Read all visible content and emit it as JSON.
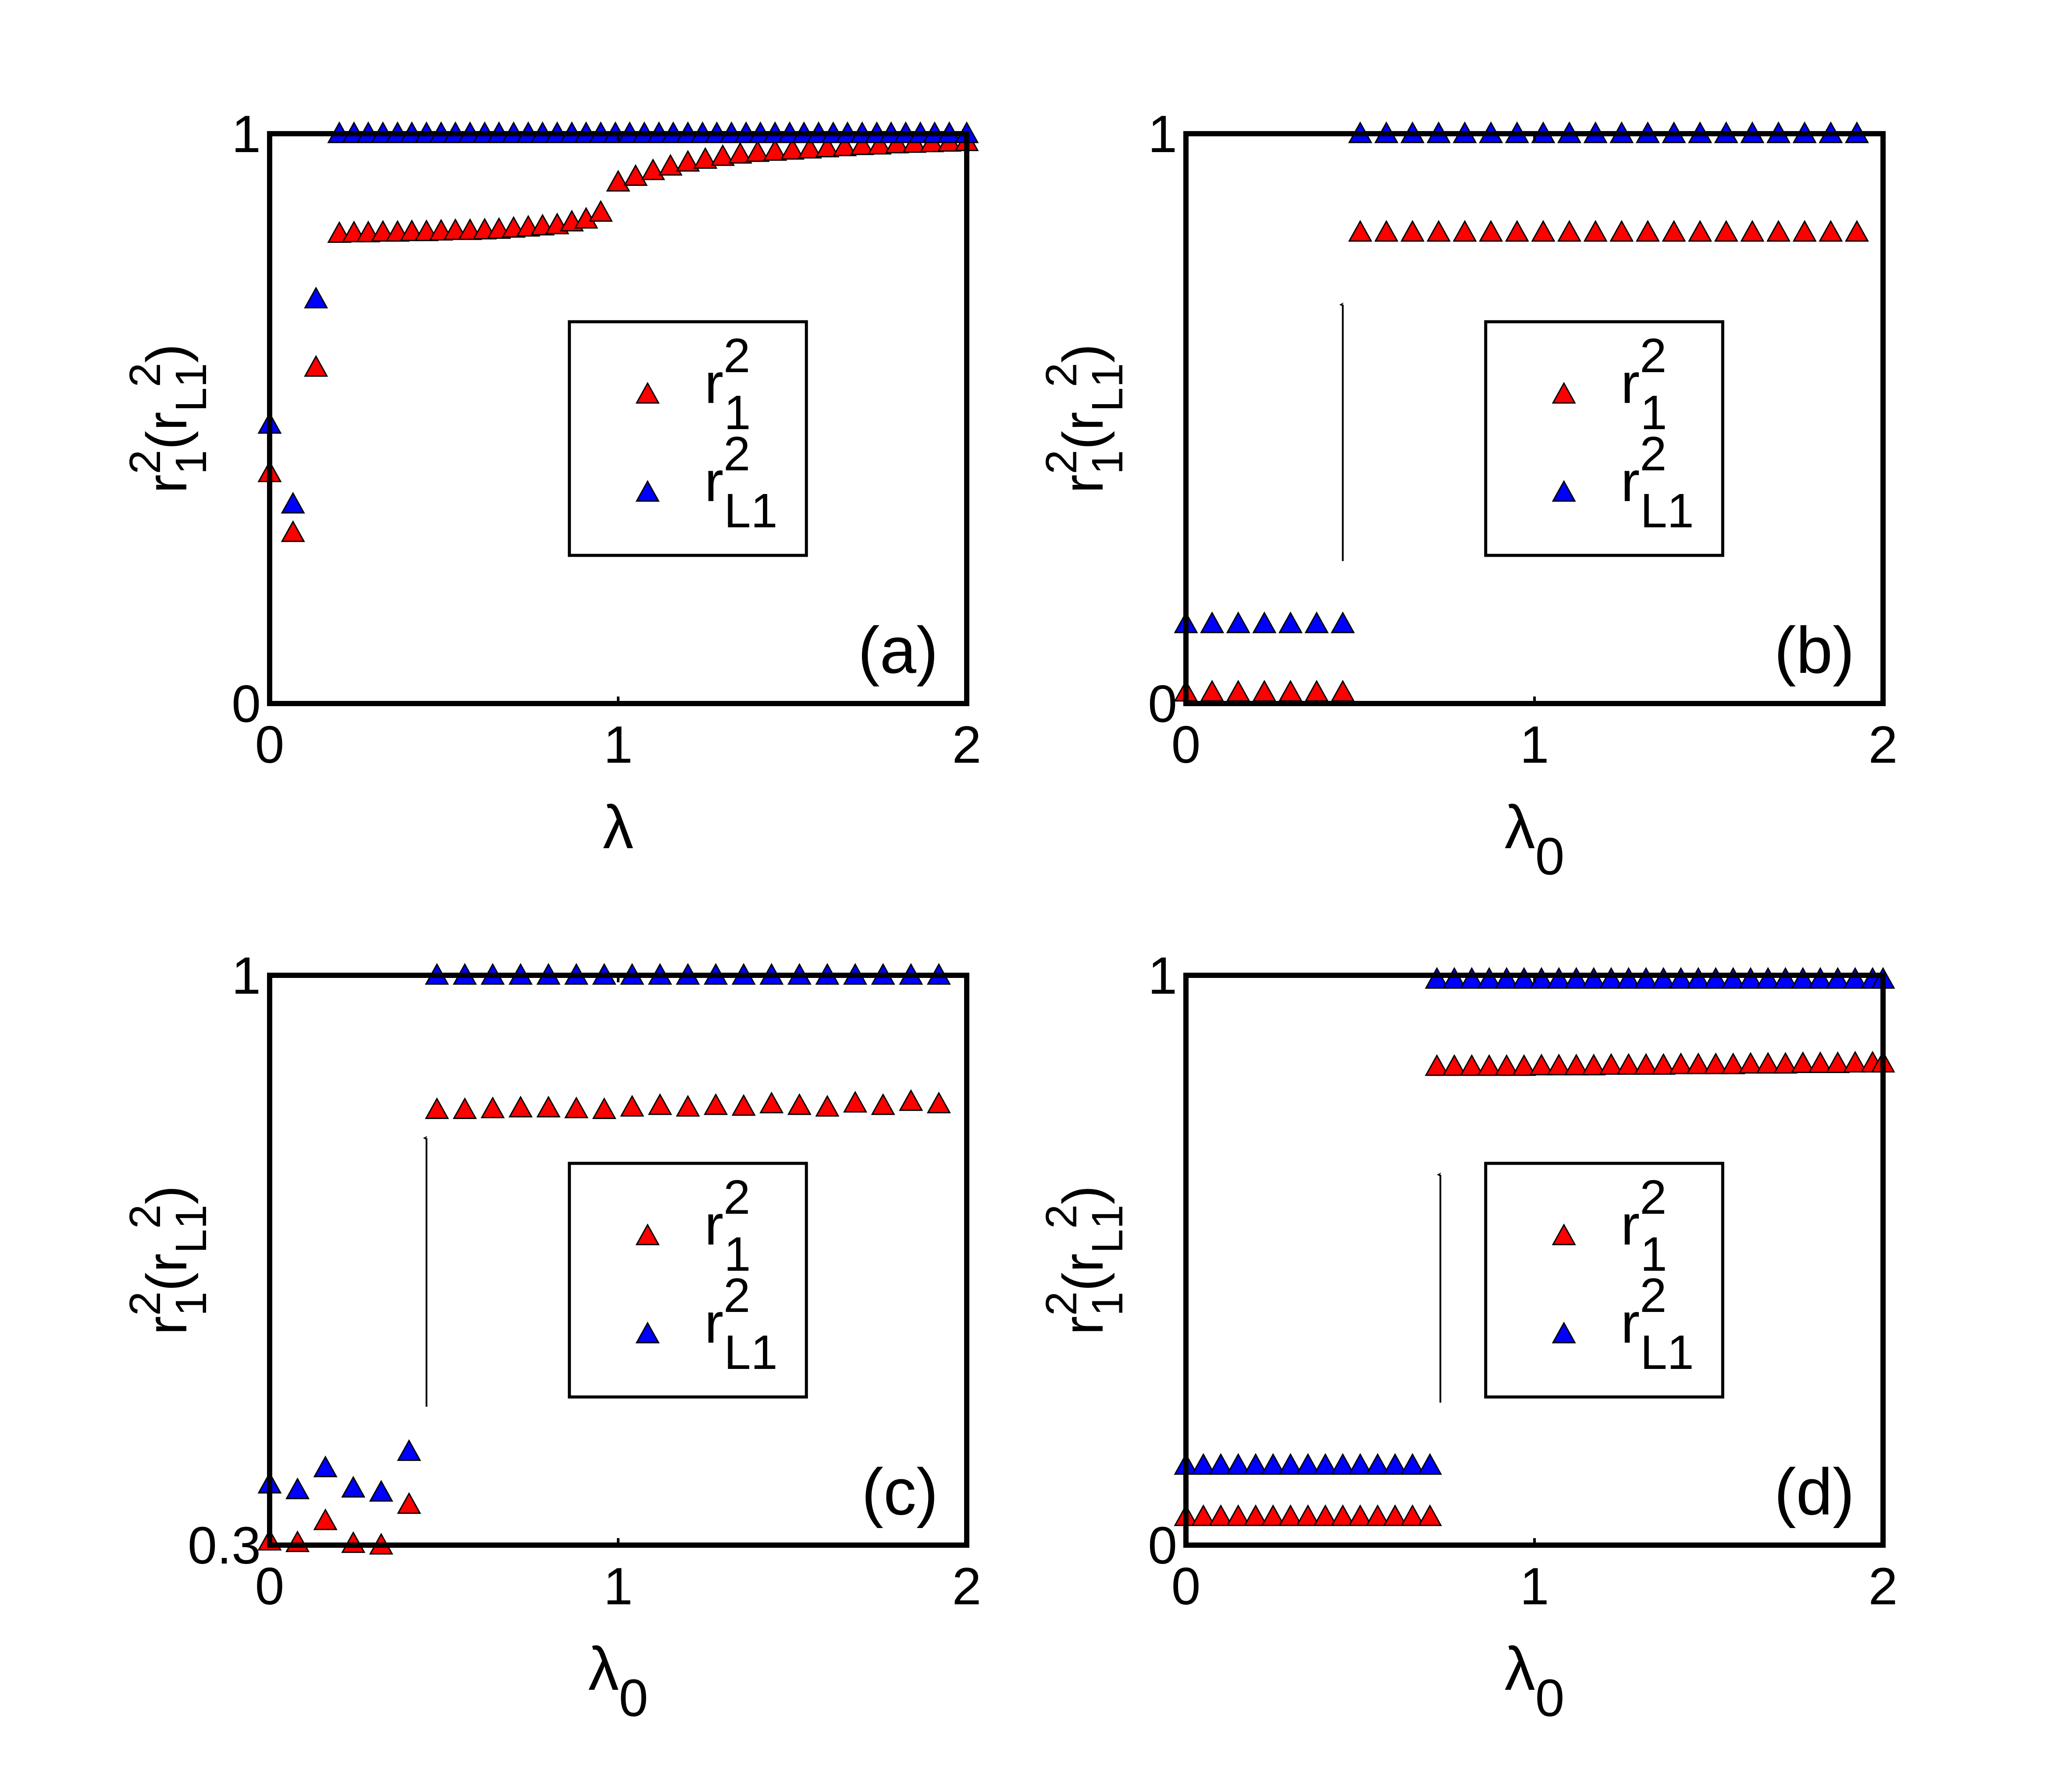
{
  "chart_data": [
    {
      "type": "scatter",
      "panel_label": "(a)",
      "xlabel": {
        "main": "λ",
        "sub": ""
      },
      "ylabel": "r_1^2(r_{L1}^2)",
      "xlim": [
        0,
        2
      ],
      "ylim": [
        0,
        1
      ],
      "xticks": [
        0,
        1,
        2
      ],
      "yticks": [
        0,
        1
      ],
      "ytick_labels": [
        "0",
        "1"
      ],
      "legend": {
        "placement": "center-right",
        "entries": [
          {
            "base": "r",
            "sup": "2",
            "sub": "1",
            "color": "#ff0000"
          },
          {
            "base": "r",
            "sup": "2",
            "sub": "L1",
            "color": "#0000ff"
          }
        ]
      },
      "annotation_arrow": null,
      "series": [
        {
          "name": "r_1^2",
          "color": "#ff0000",
          "x": [
            0.0,
            0.067,
            0.133,
            0.2,
            0.242,
            0.283,
            0.325,
            0.367,
            0.408,
            0.45,
            0.492,
            0.533,
            0.575,
            0.617,
            0.658,
            0.7,
            0.742,
            0.783,
            0.825,
            0.867,
            0.908,
            0.95,
            1.0,
            1.05,
            1.1,
            1.15,
            1.2,
            1.25,
            1.3,
            1.35,
            1.4,
            1.45,
            1.5,
            1.55,
            1.6,
            1.65,
            1.7,
            1.75,
            1.8,
            1.85,
            1.9,
            1.95,
            2.0
          ],
          "y": [
            0.405,
            0.3,
            0.59,
            0.825,
            0.826,
            0.826,
            0.827,
            0.827,
            0.828,
            0.828,
            0.829,
            0.83,
            0.83,
            0.831,
            0.832,
            0.834,
            0.836,
            0.838,
            0.84,
            0.845,
            0.85,
            0.862,
            0.915,
            0.925,
            0.935,
            0.943,
            0.95,
            0.955,
            0.96,
            0.964,
            0.967,
            0.969,
            0.971,
            0.973,
            0.975,
            0.977,
            0.979,
            0.98,
            0.982,
            0.983,
            0.984,
            0.985,
            0.986
          ]
        },
        {
          "name": "r_{L1}^2",
          "color": "#0000ff",
          "x": [
            0.0,
            0.067,
            0.133,
            0.2,
            0.242,
            0.283,
            0.325,
            0.367,
            0.408,
            0.45,
            0.492,
            0.533,
            0.575,
            0.617,
            0.658,
            0.7,
            0.742,
            0.783,
            0.825,
            0.867,
            0.908,
            0.95,
            0.992,
            1.033,
            1.075,
            1.117,
            1.158,
            1.2,
            1.242,
            1.283,
            1.325,
            1.367,
            1.408,
            1.45,
            1.492,
            1.533,
            1.575,
            1.617,
            1.658,
            1.7,
            1.742,
            1.783,
            1.825,
            1.867,
            1.908,
            1.95,
            2.0
          ],
          "y": [
            0.49,
            0.35,
            0.71,
            1,
            1,
            1,
            1,
            1,
            1,
            1,
            1,
            1,
            1,
            1,
            1,
            1,
            1,
            1,
            1,
            1,
            1,
            1,
            1,
            1,
            1,
            1,
            1,
            1,
            1,
            1,
            1,
            1,
            1,
            1,
            1,
            1,
            1,
            1,
            1,
            1,
            1,
            1,
            1,
            1,
            1,
            1,
            1
          ]
        }
      ]
    },
    {
      "type": "scatter",
      "panel_label": "(b)",
      "xlabel": {
        "main": "λ",
        "sub": "0"
      },
      "ylabel": "r_1^2(r_{L1}^2)",
      "xlim": [
        0,
        2
      ],
      "ylim": [
        0,
        1
      ],
      "xticks": [
        0,
        1,
        2
      ],
      "yticks": [
        0,
        1
      ],
      "ytick_labels": [
        "0",
        "1"
      ],
      "legend": {
        "placement": "center-right",
        "entries": [
          {
            "base": "r",
            "sup": "2",
            "sub": "1",
            "color": "#ff0000"
          },
          {
            "base": "r",
            "sup": "2",
            "sub": "L1",
            "color": "#0000ff"
          }
        ]
      },
      "annotation_arrow": {
        "x": 0.45,
        "y_from": 0.25,
        "y_to": 0.7
      },
      "series": [
        {
          "name": "r_1^2",
          "color": "#ff0000",
          "x": [
            0.0,
            0.075,
            0.15,
            0.225,
            0.3,
            0.375,
            0.45,
            0.5,
            0.575,
            0.65,
            0.725,
            0.8,
            0.875,
            0.95,
            1.025,
            1.1,
            1.175,
            1.25,
            1.325,
            1.4,
            1.475,
            1.55,
            1.625,
            1.7,
            1.775,
            1.85,
            1.925
          ],
          "y": [
            0.02,
            0.02,
            0.02,
            0.02,
            0.02,
            0.02,
            0.02,
            0.827,
            0.827,
            0.827,
            0.827,
            0.827,
            0.827,
            0.827,
            0.827,
            0.827,
            0.827,
            0.827,
            0.827,
            0.827,
            0.827,
            0.827,
            0.827,
            0.827,
            0.827,
            0.827,
            0.827
          ]
        },
        {
          "name": "r_{L1}^2",
          "color": "#0000ff",
          "x": [
            0.0,
            0.075,
            0.15,
            0.225,
            0.3,
            0.375,
            0.45,
            0.5,
            0.575,
            0.65,
            0.725,
            0.8,
            0.875,
            0.95,
            1.025,
            1.1,
            1.175,
            1.25,
            1.325,
            1.4,
            1.475,
            1.55,
            1.625,
            1.7,
            1.775,
            1.85,
            1.925
          ],
          "y": [
            0.14,
            0.14,
            0.14,
            0.14,
            0.14,
            0.14,
            0.14,
            1,
            1,
            1,
            1,
            1,
            1,
            1,
            1,
            1,
            1,
            1,
            1,
            1,
            1,
            1,
            1,
            1,
            1,
            1,
            1
          ]
        }
      ]
    },
    {
      "type": "scatter",
      "panel_label": "(c)",
      "xlabel": {
        "main": "λ",
        "sub": "0"
      },
      "ylabel": "r_1^2(r_{L1}^2)",
      "xlim": [
        0,
        2
      ],
      "ylim": [
        0.3,
        1
      ],
      "xticks": [
        0,
        1,
        2
      ],
      "yticks": [
        0.3,
        1
      ],
      "ytick_labels": [
        "0.3",
        "1"
      ],
      "legend": {
        "placement": "center-right",
        "entries": [
          {
            "base": "r",
            "sup": "2",
            "sub": "1",
            "color": "#ff0000"
          },
          {
            "base": "r",
            "sup": "2",
            "sub": "L1",
            "color": "#0000ff"
          }
        ]
      },
      "annotation_arrow": {
        "x": 0.45,
        "y_from": 0.47,
        "y_to": 0.8
      },
      "series": [
        {
          "name": "r_1^2",
          "color": "#ff0000",
          "x": [
            0.0,
            0.08,
            0.16,
            0.24,
            0.32,
            0.4,
            0.48,
            0.56,
            0.64,
            0.72,
            0.8,
            0.88,
            0.96,
            1.04,
            1.12,
            1.2,
            1.28,
            1.36,
            1.44,
            1.52,
            1.6,
            1.68,
            1.76,
            1.84,
            1.92
          ],
          "y": [
            0.305,
            0.303,
            0.33,
            0.302,
            0.3,
            0.35,
            0.835,
            0.835,
            0.836,
            0.837,
            0.837,
            0.836,
            0.835,
            0.838,
            0.84,
            0.838,
            0.84,
            0.839,
            0.842,
            0.84,
            0.838,
            0.843,
            0.84,
            0.845,
            0.842
          ]
        },
        {
          "name": "r_{L1}^2",
          "color": "#0000ff",
          "x": [
            0.0,
            0.08,
            0.16,
            0.24,
            0.32,
            0.4,
            0.48,
            0.56,
            0.64,
            0.72,
            0.8,
            0.88,
            0.96,
            1.04,
            1.12,
            1.2,
            1.28,
            1.36,
            1.44,
            1.52,
            1.6,
            1.68,
            1.76,
            1.84,
            1.92
          ],
          "y": [
            0.375,
            0.368,
            0.395,
            0.37,
            0.365,
            0.415,
            1,
            1,
            1,
            1,
            1,
            1,
            1,
            1,
            1,
            1,
            1,
            1,
            1,
            1,
            1,
            1,
            1,
            1,
            1
          ]
        }
      ]
    },
    {
      "type": "scatter",
      "panel_label": "(d)",
      "xlabel": {
        "main": "λ",
        "sub": "0"
      },
      "ylabel": "r_1^2(r_{L1}^2)",
      "xlim": [
        0,
        2
      ],
      "ylim": [
        0,
        1
      ],
      "xticks": [
        0,
        1,
        2
      ],
      "yticks": [
        0,
        1
      ],
      "ytick_labels": [
        "0",
        "1"
      ],
      "legend": {
        "placement": "center-right",
        "entries": [
          {
            "base": "r",
            "sup": "2",
            "sub": "1",
            "color": "#ff0000"
          },
          {
            "base": "r",
            "sup": "2",
            "sub": "L1",
            "color": "#0000ff"
          }
        ]
      },
      "annotation_arrow": {
        "x": 0.73,
        "y_from": 0.25,
        "y_to": 0.65
      },
      "series": [
        {
          "name": "r_1^2",
          "color": "#ff0000",
          "x": [
            0.0,
            0.05,
            0.1,
            0.15,
            0.2,
            0.25,
            0.3,
            0.35,
            0.4,
            0.45,
            0.5,
            0.55,
            0.6,
            0.65,
            0.7,
            0.72,
            0.77,
            0.82,
            0.87,
            0.92,
            0.97,
            1.02,
            1.07,
            1.12,
            1.17,
            1.22,
            1.27,
            1.32,
            1.37,
            1.42,
            1.47,
            1.52,
            1.57,
            1.62,
            1.67,
            1.72,
            1.77,
            1.82,
            1.87,
            1.92,
            1.97,
            2.0
          ],
          "y": [
            0.05,
            0.05,
            0.05,
            0.05,
            0.05,
            0.05,
            0.05,
            0.05,
            0.05,
            0.05,
            0.05,
            0.05,
            0.05,
            0.05,
            0.05,
            0.84,
            0.84,
            0.84,
            0.84,
            0.84,
            0.84,
            0.841,
            0.841,
            0.841,
            0.841,
            0.842,
            0.842,
            0.842,
            0.842,
            0.843,
            0.843,
            0.843,
            0.843,
            0.844,
            0.844,
            0.844,
            0.845,
            0.845,
            0.845,
            0.846,
            0.846,
            0.846
          ]
        },
        {
          "name": "r_{L1}^2",
          "color": "#0000ff",
          "x": [
            0.0,
            0.05,
            0.1,
            0.15,
            0.2,
            0.25,
            0.3,
            0.35,
            0.4,
            0.45,
            0.5,
            0.55,
            0.6,
            0.65,
            0.7,
            0.72,
            0.77,
            0.82,
            0.87,
            0.92,
            0.97,
            1.02,
            1.07,
            1.12,
            1.17,
            1.22,
            1.27,
            1.32,
            1.37,
            1.42,
            1.47,
            1.52,
            1.57,
            1.62,
            1.67,
            1.72,
            1.77,
            1.82,
            1.87,
            1.92,
            1.97,
            2.0
          ],
          "y": [
            0.14,
            0.14,
            0.14,
            0.14,
            0.14,
            0.14,
            0.14,
            0.14,
            0.14,
            0.14,
            0.14,
            0.14,
            0.14,
            0.14,
            0.14,
            0.993,
            0.993,
            0.993,
            0.993,
            0.993,
            0.993,
            0.993,
            0.993,
            0.993,
            0.993,
            0.993,
            0.993,
            0.993,
            0.993,
            0.993,
            0.993,
            0.993,
            0.993,
            0.993,
            0.993,
            0.993,
            0.993,
            0.993,
            0.993,
            0.993,
            0.993,
            0.993
          ]
        }
      ]
    }
  ]
}
